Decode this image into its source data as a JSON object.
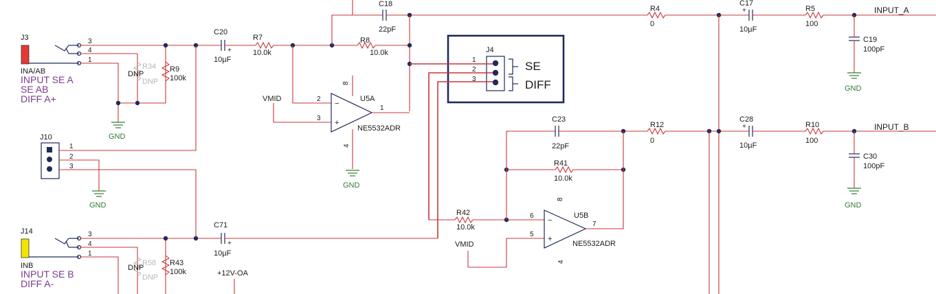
{
  "connectors": {
    "j3": {
      "ref": "J3",
      "name": "INA/AB",
      "pins": [
        "3",
        "4",
        "1"
      ],
      "color": "#e53935"
    },
    "j14": {
      "ref": "J14",
      "name": "INB",
      "pins": [
        "3",
        "4",
        "1"
      ],
      "color": "#f2e600"
    },
    "j10": {
      "ref": "J10",
      "pins": [
        "1",
        "2",
        "3"
      ]
    },
    "j4": {
      "ref": "J4",
      "pins": [
        "1",
        "2",
        "3"
      ],
      "mode_se": "SE",
      "mode_diff": "DIFF"
    }
  },
  "notes": {
    "a_line1": "INPUT SE A",
    "a_line2": "SE AB",
    "a_line3": "DIFF A+",
    "b_line1": "INPUT SE B",
    "b_line2": "DIFF A-"
  },
  "components": {
    "r34": {
      "ref": "R34",
      "value": "DNP",
      "tag": "DNP"
    },
    "r9": {
      "ref": "R9",
      "value": "100k"
    },
    "r58": {
      "ref": "R58",
      "value": "DNP",
      "tag": "DNP"
    },
    "r43": {
      "ref": "R43",
      "value": "100k"
    },
    "c20": {
      "ref": "C20",
      "value": "10µF"
    },
    "c71": {
      "ref": "C71",
      "value": "10µF"
    },
    "r7": {
      "ref": "R7",
      "value": "10.0k"
    },
    "r8": {
      "ref": "R8",
      "value": "10.0k"
    },
    "c18": {
      "ref": "C18",
      "value": "22pF"
    },
    "u5a": {
      "ref": "U5A",
      "part": "NE5532ADR",
      "pin_inv": "2",
      "pin_noninv": "3",
      "pin_out": "1",
      "pin_vpos": "8",
      "pin_vneg": "4"
    },
    "u5b": {
      "ref": "U5B",
      "part": "NE5532ADR",
      "pin_inv": "6",
      "pin_noninv": "5",
      "pin_out": "7",
      "pin_vpos": "8",
      "pin_vneg": "4"
    },
    "c23": {
      "ref": "C23",
      "value": "22pF"
    },
    "r41": {
      "ref": "R41",
      "value": "10.0k"
    },
    "r42": {
      "ref": "R42",
      "value": "10.0k"
    },
    "r4": {
      "ref": "R4",
      "value": "0"
    },
    "r12": {
      "ref": "R12",
      "value": "0"
    },
    "c17": {
      "ref": "C17",
      "value": "10µF"
    },
    "c28": {
      "ref": "C28",
      "value": "10µF"
    },
    "r5": {
      "ref": "R5",
      "value": "100"
    },
    "r10": {
      "ref": "R10",
      "value": "100"
    },
    "c19": {
      "ref": "C19",
      "value": "100pF"
    },
    "c30": {
      "ref": "C30",
      "value": "100pF"
    }
  },
  "nets": {
    "vmid": "VMID",
    "gnd": "GND",
    "input_a": "INPUT_A",
    "input_b": "INPUT_B",
    "supply": "+12V-OA",
    "cap_plus": "+"
  },
  "colors": {
    "wire": "#c8363a",
    "symbol": "#1f2a5a",
    "ground": "#2e7d32",
    "note": "#7b3a8c",
    "dnp": "#b8b8b8"
  }
}
